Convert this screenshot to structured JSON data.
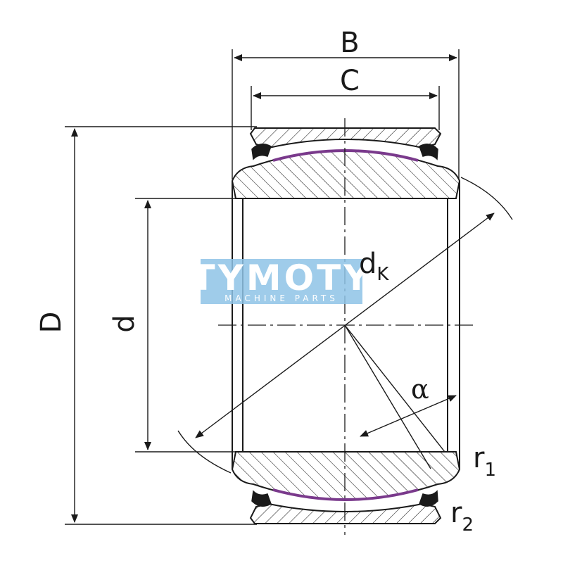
{
  "labels": {
    "B": "B",
    "C": "C",
    "D": "D",
    "d": "d",
    "dk_main": "d",
    "dk_sub": "K",
    "alpha": "α",
    "r1_main": "r",
    "r1_sub": "1",
    "r2_main": "r",
    "r2_sub": "2"
  },
  "watermark": {
    "brand": "TYMOTY",
    "tagline": "MACHINE PARTS"
  },
  "colors": {
    "line": "#1a1a1a",
    "contact_surface": "#7a3a8c",
    "watermark_bg": "#8ec3e6"
  }
}
